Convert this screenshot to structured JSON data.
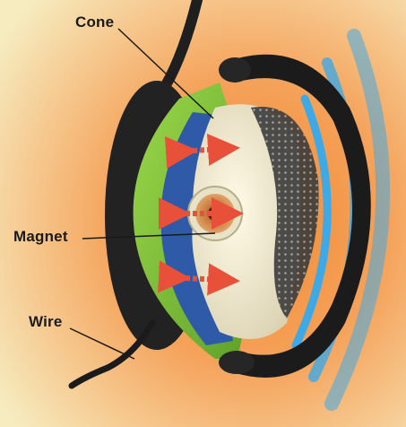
{
  "labels": {
    "cone": "Cone",
    "magnet": "Magnet",
    "wire": "Wire"
  },
  "colors": {
    "background_warm": "#f5a25a",
    "background_light": "#f6ecc0",
    "sound_waves": "#3fa9e6",
    "housing_green": "#7cc233",
    "cone_white": "#ede6cf",
    "magnet_copper": "#c8793c",
    "foam_black": "#1b1b1b",
    "vibration_arrow": "#e8503a",
    "inner_blue": "#2f5aa8"
  },
  "icons": {
    "vibration": "double-headed-arrow"
  }
}
